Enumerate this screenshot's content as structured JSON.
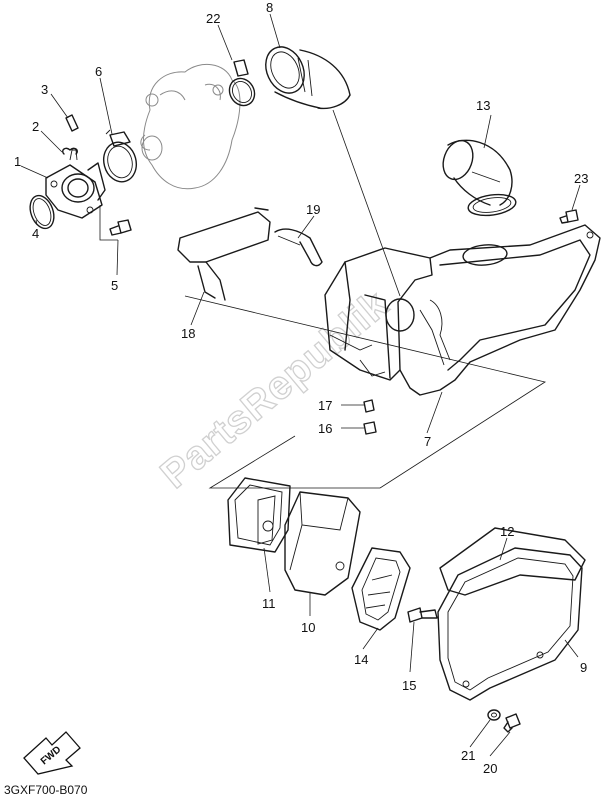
{
  "diagram": {
    "watermark": "PartsRepublik",
    "drawing_code": "3GXF700-B070",
    "fwd_label": "FWD",
    "callouts": [
      {
        "id": "c1",
        "label": "1"
      },
      {
        "id": "c2",
        "label": "2"
      },
      {
        "id": "c3",
        "label": "3"
      },
      {
        "id": "c4",
        "label": "4"
      },
      {
        "id": "c5",
        "label": "5"
      },
      {
        "id": "c6",
        "label": "6"
      },
      {
        "id": "c7",
        "label": "7"
      },
      {
        "id": "c8",
        "label": "8"
      },
      {
        "id": "c9",
        "label": "9"
      },
      {
        "id": "c10",
        "label": "10"
      },
      {
        "id": "c11",
        "label": "11"
      },
      {
        "id": "c12",
        "label": "12"
      },
      {
        "id": "c13",
        "label": "13"
      },
      {
        "id": "c14",
        "label": "14"
      },
      {
        "id": "c15",
        "label": "15"
      },
      {
        "id": "c16",
        "label": "16"
      },
      {
        "id": "c17",
        "label": "17"
      },
      {
        "id": "c18",
        "label": "18"
      },
      {
        "id": "c19",
        "label": "19"
      },
      {
        "id": "c20",
        "label": "20"
      },
      {
        "id": "c21",
        "label": "21"
      },
      {
        "id": "c22",
        "label": "22"
      },
      {
        "id": "c23",
        "label": "23"
      }
    ]
  }
}
